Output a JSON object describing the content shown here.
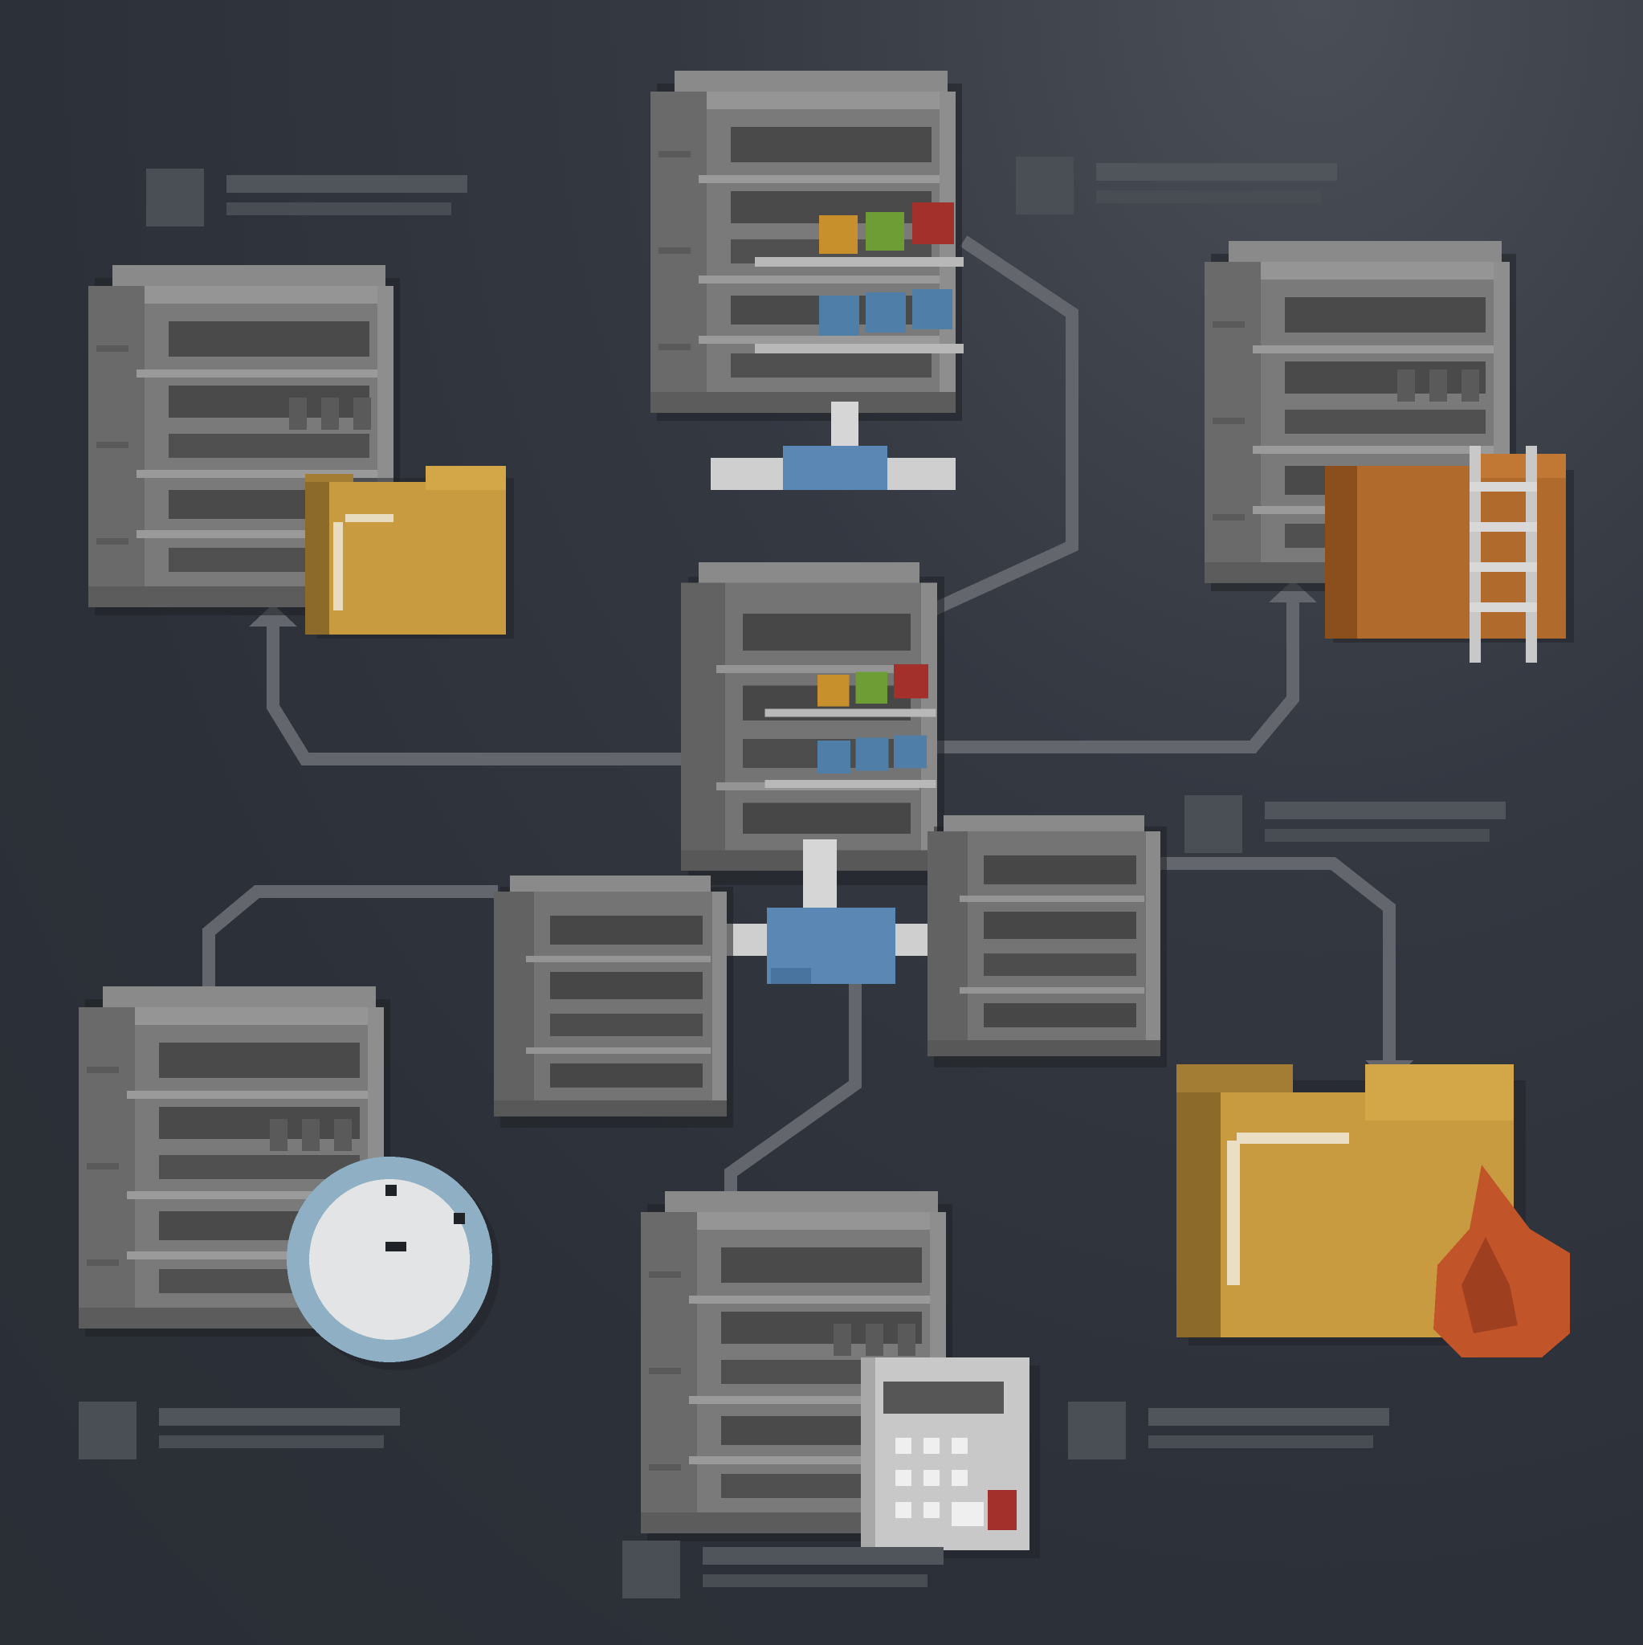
{
  "colors": {
    "background": "#2f333b",
    "server_light": "#8c8c8c",
    "server_mid": "#6e6e6e",
    "server_dark": "#4a4a4a",
    "connector": "#6a6d72",
    "hub_blue": "#5b87b5",
    "folder_yellow": "#c99b40",
    "folder_orange": "#b06a2c",
    "led_orange": "#c8902c",
    "led_green": "#6e9c35",
    "led_red": "#a3302a",
    "led_blue": "#4f7ea8",
    "flame": "#c2542a",
    "gauge_ring": "#8fb0c4",
    "calculator": "#c8c8c8"
  },
  "nodes": [
    {
      "id": "top-server",
      "icon": "server-icon"
    },
    {
      "id": "center-server",
      "icon": "server-icon"
    },
    {
      "id": "left-server",
      "icon": "server-icon",
      "badge": "folder-icon"
    },
    {
      "id": "right-server",
      "icon": "server-icon",
      "badge": "folder-ladder-icon"
    },
    {
      "id": "mid-left-server",
      "icon": "server-icon"
    },
    {
      "id": "mid-right-server",
      "icon": "server-icon"
    },
    {
      "id": "bottom-left-server",
      "icon": "server-icon",
      "badge": "gauge-icon"
    },
    {
      "id": "bottom-server",
      "icon": "server-icon",
      "badge": "calculator-icon"
    },
    {
      "id": "big-folder",
      "icon": "folder-flame-icon"
    }
  ],
  "labels": [
    {
      "id": "label-top-left",
      "icon": "bullet-circle-icon"
    },
    {
      "id": "label-top-right",
      "icon": "bullet-circle-icon"
    },
    {
      "id": "label-mid-right",
      "icon": "bullet-circle-icon"
    },
    {
      "id": "label-bottom-left",
      "icon": "bullet-circle-icon"
    },
    {
      "id": "label-bottom-right",
      "icon": "bullet-circle-icon"
    },
    {
      "id": "label-bottom-center",
      "icon": "bullet-circle-icon"
    }
  ]
}
